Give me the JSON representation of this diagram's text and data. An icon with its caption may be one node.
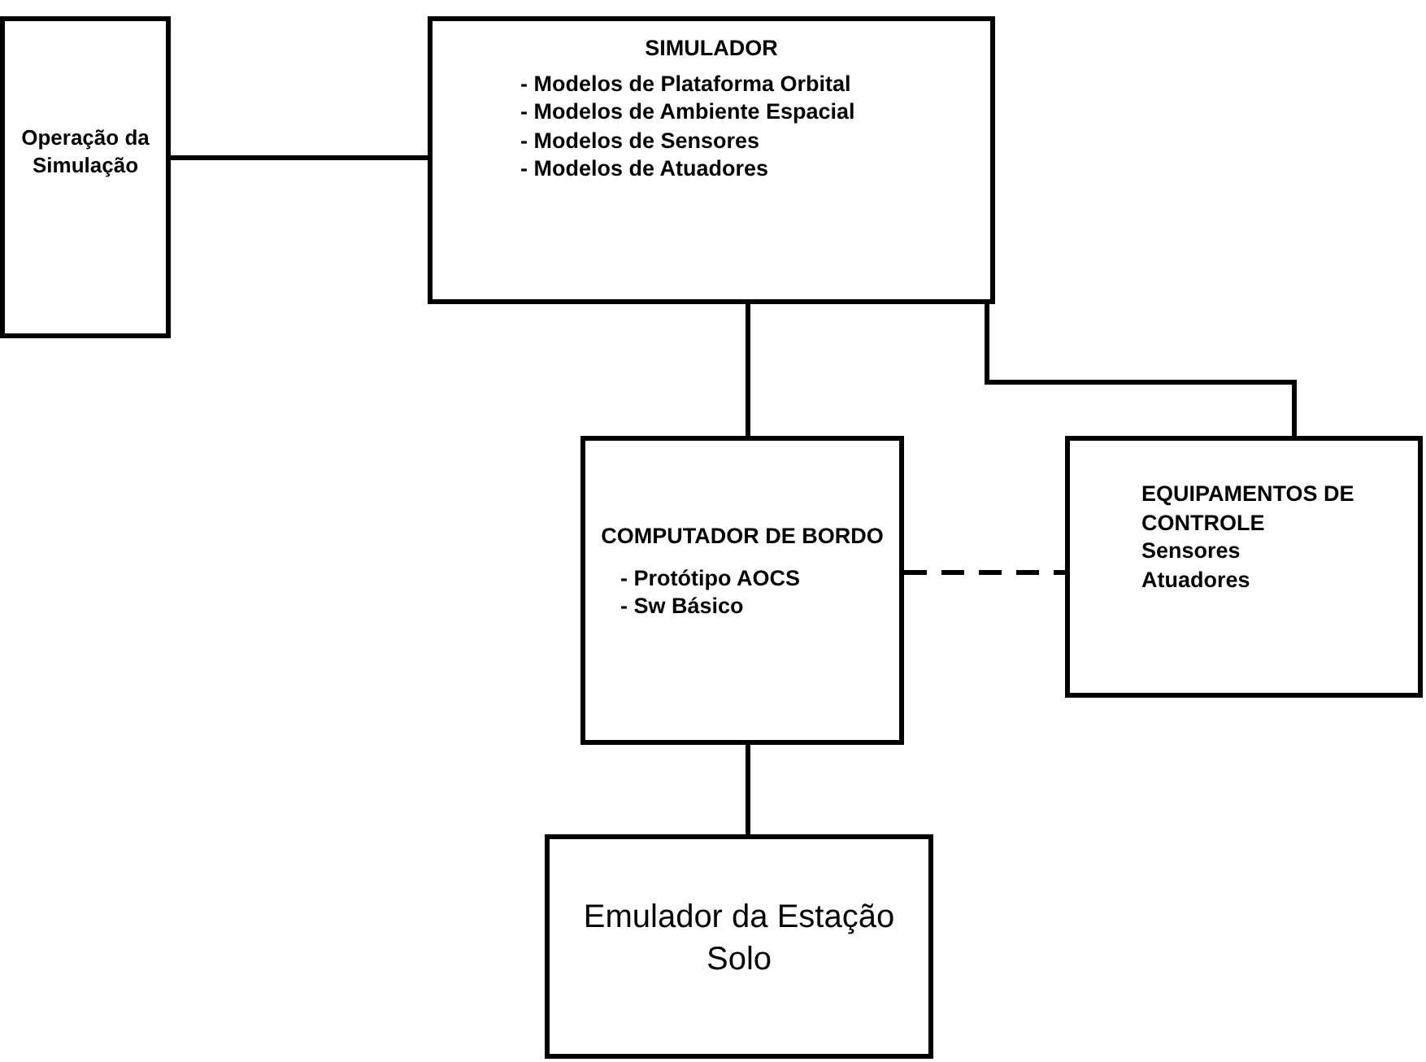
{
  "diagram": {
    "nodes": [
      {
        "text": [
          "Operação da Simulação"
        ]
      },
      {
        "text": [
          "SIMULADOR",
          "- Modelos de Plataforma Orbital",
          "- Modelos de Ambiente Espacial",
          "- Modelos de Sensores",
          "- Modelos de Atuadores"
        ]
      },
      {
        "text": [
          "COMPUTADOR DE BORDO",
          "- Protótipo AOCS",
          "- Sw Básico"
        ]
      },
      {
        "text": [
          "EQUIPAMENTOS DE CONTROLE",
          "Sensores",
          "Atuadores"
        ]
      },
      {
        "text": [
          "Emulador da Estação Solo"
        ]
      }
    ],
    "edges": [
      {
        "from": 0,
        "to": 1,
        "arrow": "none"
      },
      {
        "from": 1,
        "to": 2,
        "arrow": "none"
      },
      {
        "from": 1,
        "to": 3,
        "arrow": "none"
      },
      {
        "from": 2,
        "to": 3,
        "arrow": "none",
        "style": "dashed"
      },
      {
        "from": 2,
        "to": 4,
        "arrow": "none"
      }
    ]
  }
}
